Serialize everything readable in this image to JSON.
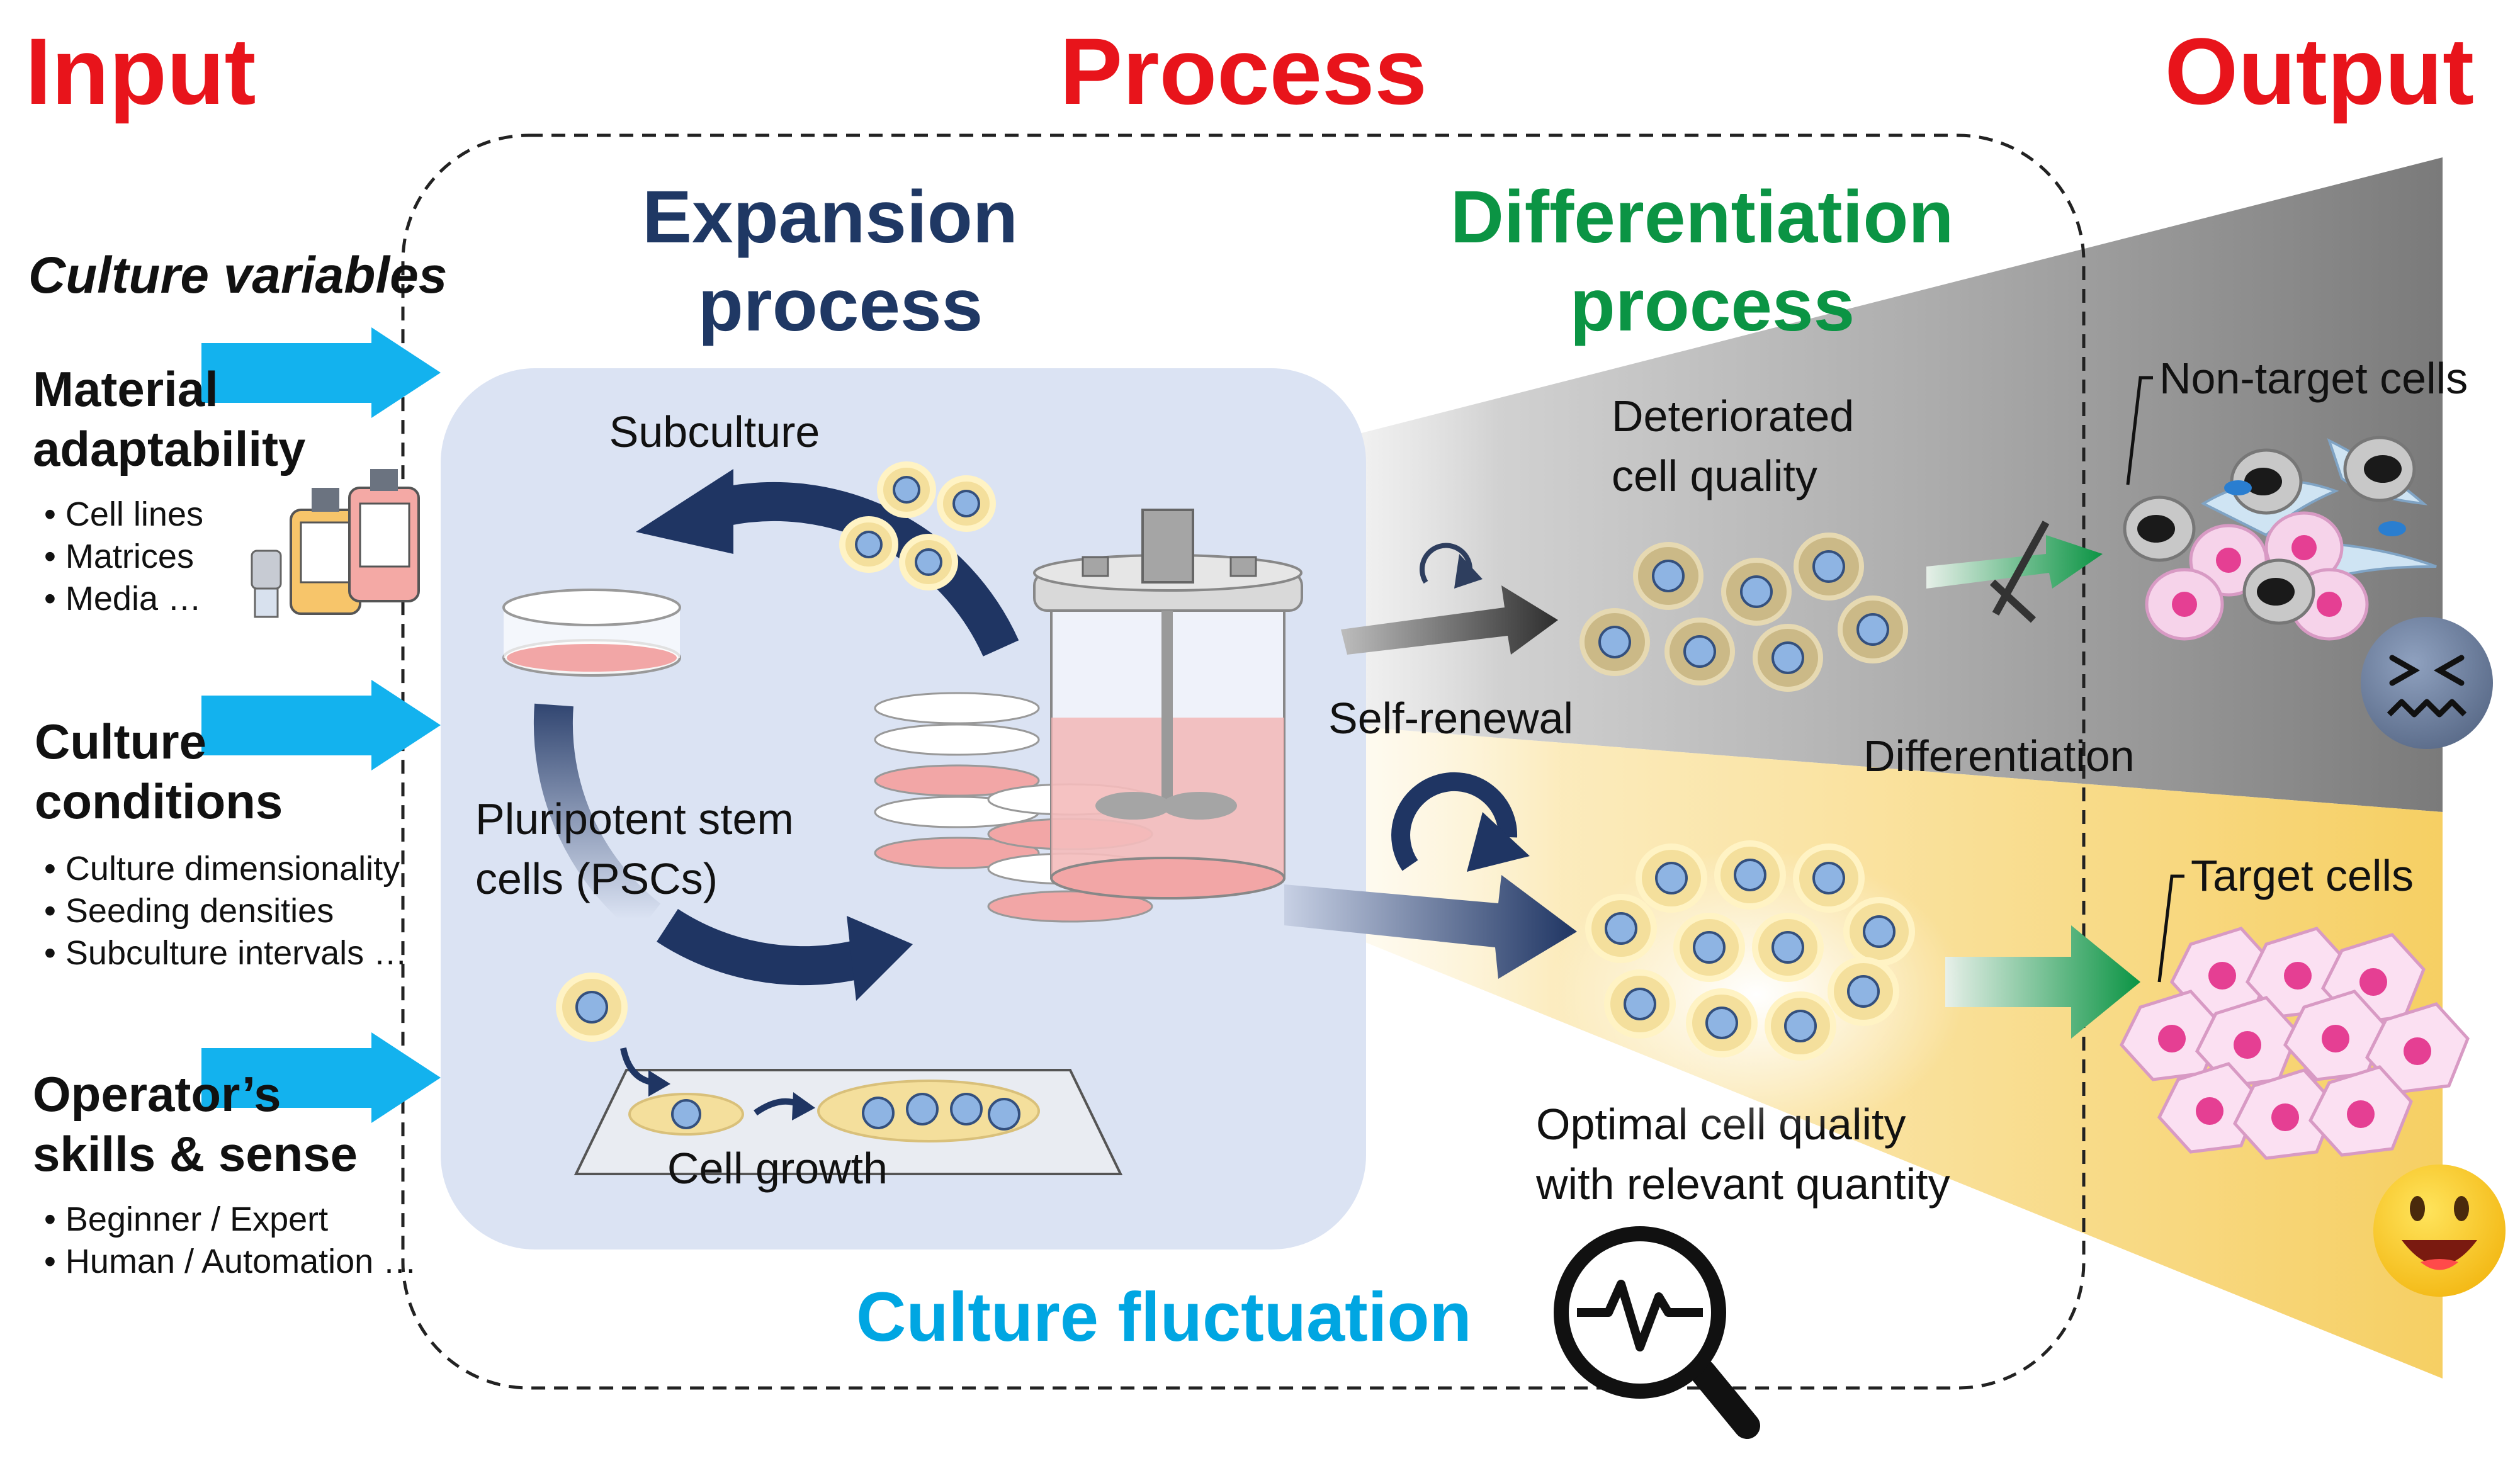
{
  "headers": {
    "input": "Input",
    "process": "Process",
    "output": "Output"
  },
  "input": {
    "section_title": "Culture variables",
    "groups": [
      {
        "title_lines": [
          "Material",
          "adaptability"
        ],
        "items": [
          "• Cell lines",
          "• Matrices",
          "• Media …"
        ]
      },
      {
        "title_lines": [
          "Culture",
          "conditions"
        ],
        "items": [
          "• Culture dimensionality",
          "• Seeding densities",
          "• Subculture intervals …"
        ]
      },
      {
        "title_lines": [
          "Operator’s",
          "skills & sense"
        ],
        "items": [
          "• Beginner / Expert",
          "• Human / Automation …"
        ]
      }
    ]
  },
  "process": {
    "expansion_title_lines": [
      "Expansion",
      "process"
    ],
    "differentiation_title_lines": [
      "Differentiation",
      "process"
    ],
    "subculture": "Subculture",
    "psc_lines": [
      "Pluripotent stem",
      "cells (PSCs)"
    ],
    "cell_growth": "Cell growth",
    "deteriorated_lines": [
      "Deteriorated",
      "cell quality"
    ],
    "self_renewal": "Self-renewal",
    "differentiation": "Differentiation",
    "optimal_lines": [
      "Optimal cell quality",
      "with relevant quantity"
    ],
    "fluctuation": "Culture fluctuation"
  },
  "output": {
    "non_target": "Non-target cells",
    "target": "Target cells"
  },
  "colors": {
    "red": "#e8141b",
    "navy": "#1f3864",
    "green": "#0b9444",
    "cyan": "#00a6e2",
    "arrow_blue": "#13b2ee",
    "panel": "#dbe3f3",
    "dark_arrow": "#1f3563",
    "pink": "#f0a3a9",
    "cell_fill": "#f4df9c",
    "nucleus": "#8eb4e3"
  },
  "icons": {
    "sad": "sad-face-icon",
    "happy": "smiling-face-icon",
    "magnifier": "magnifier-pulse-icon",
    "bioreactor": "bioreactor-icon",
    "dishes": "culture-dish-icon",
    "bottles": "media-bottle-icon"
  }
}
